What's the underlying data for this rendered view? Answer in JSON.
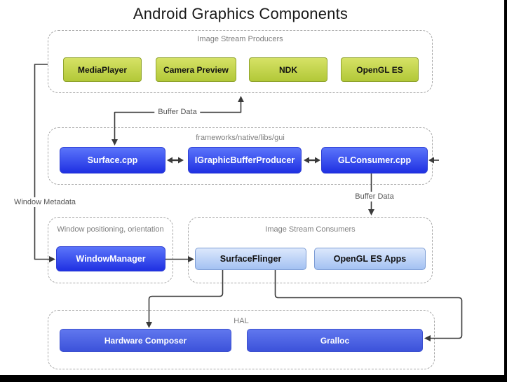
{
  "title": "Android Graphics Components",
  "containers": {
    "producers": {
      "label": "Image Stream Producers",
      "nodes": [
        {
          "label": "MediaPlayer"
        },
        {
          "label": "Camera Preview"
        },
        {
          "label": "NDK"
        },
        {
          "label": "OpenGL ES"
        }
      ]
    },
    "frameworks": {
      "label": "frameworks/native/libs/gui",
      "nodes": [
        {
          "label": "Surface.cpp"
        },
        {
          "label": "IGraphicBufferProducer"
        },
        {
          "label": "GLConsumer.cpp"
        }
      ]
    },
    "window_positioning": {
      "label": "Window positioning, orientation",
      "nodes": [
        {
          "label": "WindowManager"
        }
      ]
    },
    "consumers": {
      "label": "Image Stream Consumers",
      "nodes": [
        {
          "label": "SurfaceFlinger"
        },
        {
          "label": "OpenGL ES Apps"
        }
      ]
    },
    "hal": {
      "label": "HAL",
      "nodes": [
        {
          "label": "Hardware Composer"
        },
        {
          "label": "Gralloc"
        }
      ]
    }
  },
  "connectors": {
    "buffer_data_producers": {
      "label": "Buffer Data"
    },
    "buffer_data_consumers": {
      "label": "Buffer Data"
    },
    "window_metadata": {
      "label": "Window Metadata"
    }
  },
  "colors": {
    "producer_node_top": "#d6e266",
    "producer_node_bottom": "#b2c838",
    "producer_node_border": "#8fa32c",
    "core_node_top": "#5b75fa",
    "core_node_bottom": "#1f30e2",
    "hal_node_top": "#6077ee",
    "hal_node_bottom": "#3c52da",
    "consumer_node_top": "#dce8fc",
    "consumer_node_bottom": "#a3c1f2",
    "connector_line": "#3a3a3a",
    "dashed_border": "#a8a8a8"
  }
}
